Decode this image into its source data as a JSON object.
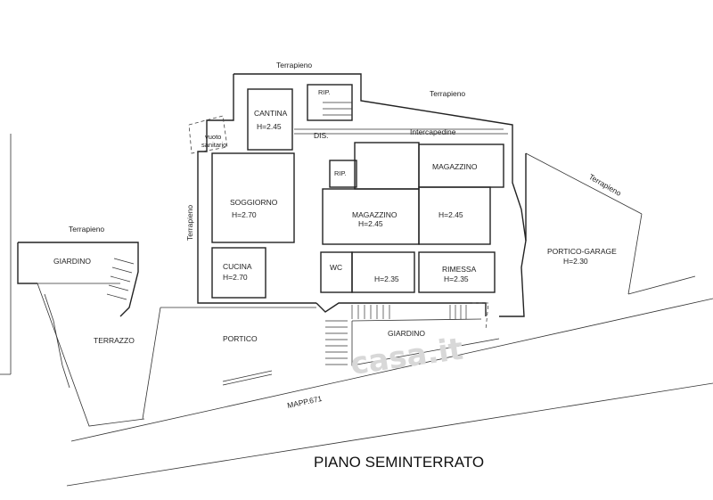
{
  "title": "PIANO SEMINTERRATO",
  "watermark": "casa.it",
  "labels": {
    "terrapieno_top": "Terrapieno",
    "terrapieno_topright": "Terrapieno",
    "terrapieno_right": "Terrapieno",
    "terrapieno_left": "Terrapieno",
    "terrapieno_vertical": "Terrapieno",
    "rip_top": "RIP.",
    "cantina": "CANTINA",
    "cantina_h": "H=2.45",
    "vuoto": "vuoto",
    "sanitario": "sanitario",
    "dis": "DIS.",
    "intercapedine": "Intercapedine",
    "rip_mid": "RIP.",
    "magazzino_top": "MAGAZZINO",
    "soggiorno": "SOGGIORNO",
    "soggiorno_h": "H=2.70",
    "magazzino_mid": "MAGAZZINO",
    "magazzino_mid_h": "H=2.45",
    "magazzino_right_h": "H=2.45",
    "portico_garage": "PORTICO-GARAGE",
    "portico_garage_h": "H=2.30",
    "giardino_left": "GIARDINO",
    "cucina": "CUCINA",
    "cucina_h": "H=2.70",
    "wc": "WC",
    "wc_h": "H=2.35",
    "rimessa": "RIMESSA",
    "rimessa_h": "H=2.35",
    "terrazzo": "TERRAZZO",
    "portico": "PORTICO",
    "giardino_bottom": "GIARDINO",
    "mapp": "MAPP.671"
  }
}
